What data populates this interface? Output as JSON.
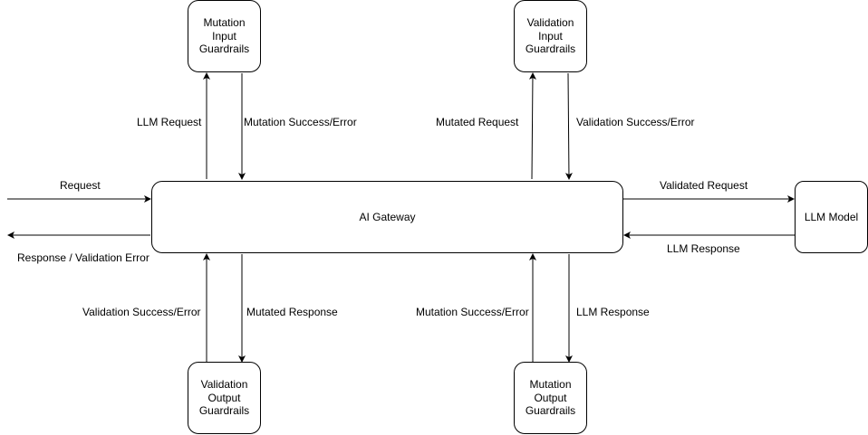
{
  "nodes": {
    "gateway": "AI Gateway",
    "llm_model": "LLM Model",
    "mutation_input": "Mutation\nInput\nGuardrails",
    "validation_input": "Validation\nInput\nGuardrails",
    "validation_output": "Validation\nOutput\nGuardrails",
    "mutation_output": "Mutation\nOutput\nGuardrails"
  },
  "edges": {
    "request": "Request",
    "response_validation_error": "Response / Validation Error",
    "llm_request": "LLM Request",
    "mutation_success_error_top": "Mutation Success/Error",
    "mutated_request": "Mutated Request",
    "validation_success_error_top": "Validation Success/Error",
    "validated_request": "Validated Request",
    "llm_response_right": "LLM Response",
    "validation_success_error_bottom": "Validation Success/Error",
    "mutated_response": "Mutated Response",
    "mutation_success_error_bottom": "Mutation Success/Error",
    "llm_response_bottom": "LLM Response"
  }
}
